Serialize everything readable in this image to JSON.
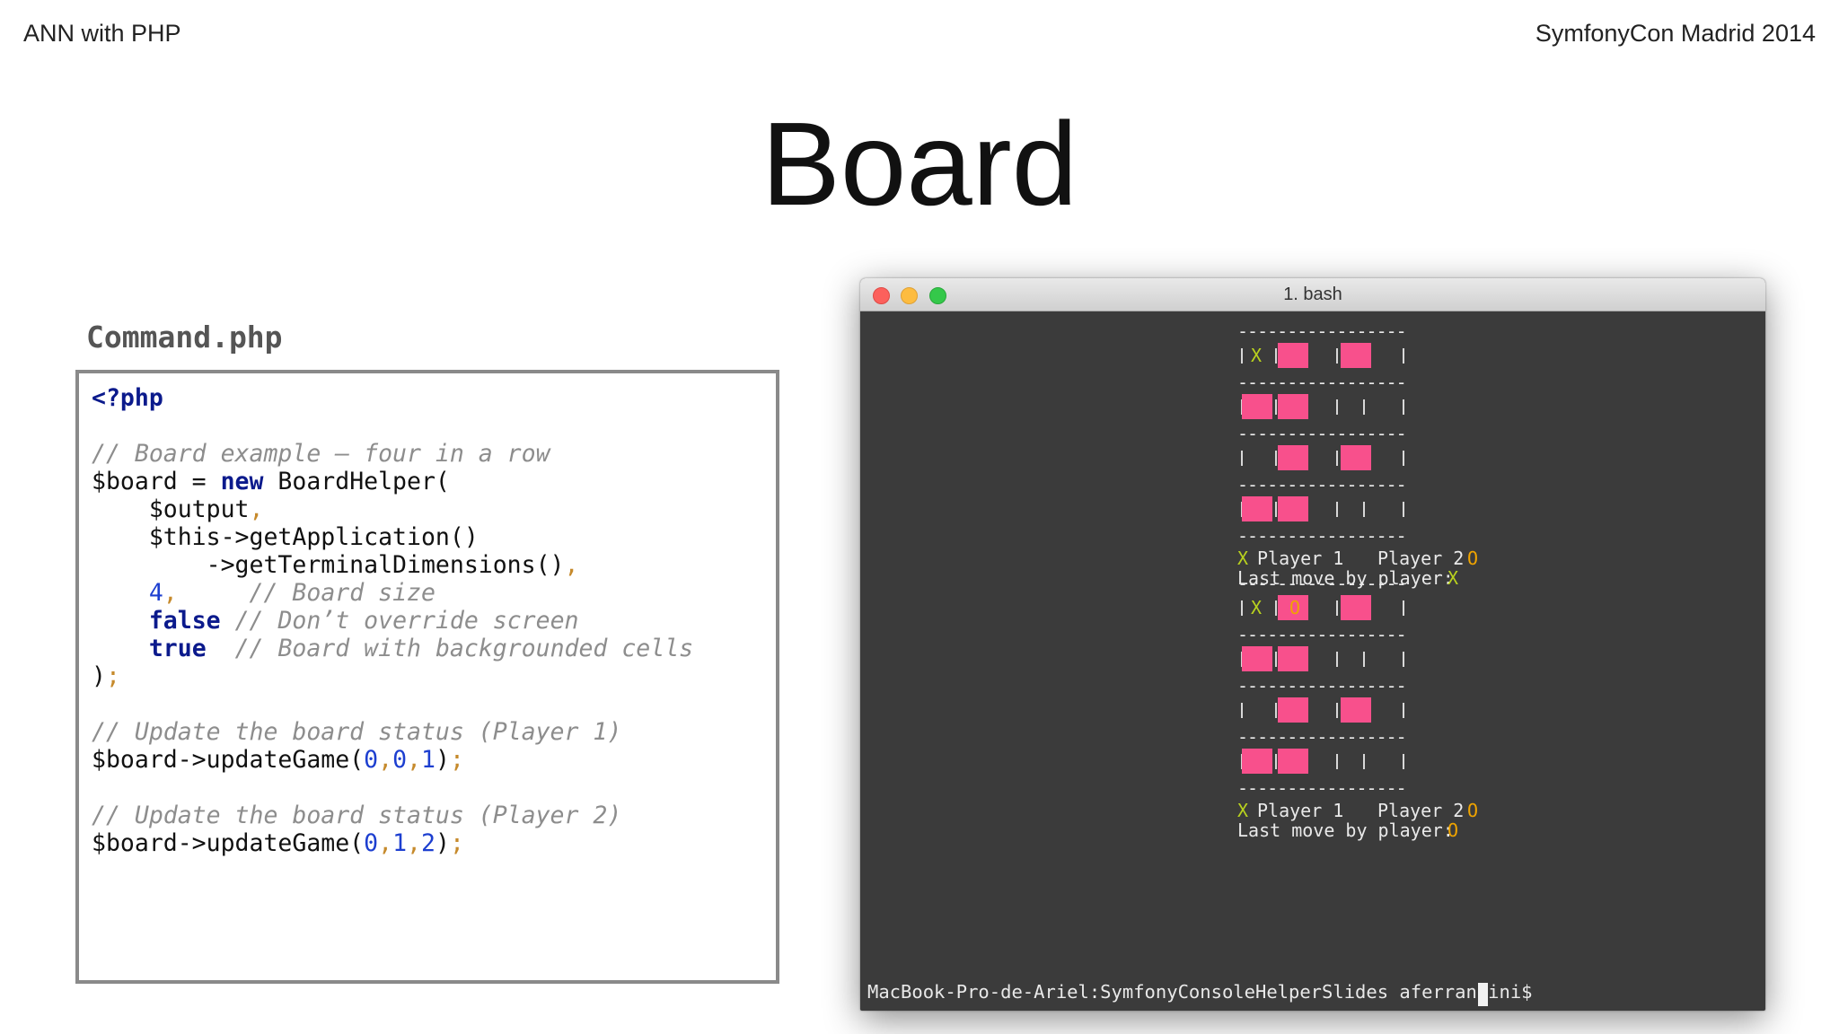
{
  "slide": {
    "top_left": "ANN with PHP",
    "top_right": "SymfonyCon Madrid 2014",
    "title": "Board",
    "file_label": "Command.php"
  },
  "code": {
    "lines": [
      [
        {
          "t": "<?php",
          "c": "kw"
        }
      ],
      [],
      [
        {
          "t": "// Board example – four in a row",
          "c": "cm"
        }
      ],
      [
        {
          "t": "$board = "
        },
        {
          "t": "new",
          "c": "kw"
        },
        {
          "t": " BoardHelper("
        }
      ],
      [
        {
          "t": "    $output"
        },
        {
          "t": ",",
          "c": "pu"
        }
      ],
      [
        {
          "t": "    $this->getApplication()"
        }
      ],
      [
        {
          "t": "        ->getTerminalDimensions()"
        },
        {
          "t": ",",
          "c": "pu"
        }
      ],
      [
        {
          "t": "    "
        },
        {
          "t": "4",
          "c": "num"
        },
        {
          "t": ",",
          "c": "pu"
        },
        {
          "t": "     "
        },
        {
          "t": "// Board size",
          "c": "cm"
        }
      ],
      [
        {
          "t": "    "
        },
        {
          "t": "false",
          "c": "kw"
        },
        {
          "t": " "
        },
        {
          "t": "// Don’t override screen",
          "c": "cm"
        }
      ],
      [
        {
          "t": "    "
        },
        {
          "t": "true",
          "c": "kw"
        },
        {
          "t": "  "
        },
        {
          "t": "// Board with backgrounded cells",
          "c": "cm"
        }
      ],
      [
        {
          "t": ")"
        },
        {
          "t": ";",
          "c": "pu"
        }
      ],
      [],
      [
        {
          "t": "// Update the board status (Player 1)",
          "c": "cm"
        }
      ],
      [
        {
          "t": "$board->updateGame("
        },
        {
          "t": "0",
          "c": "num"
        },
        {
          "t": ",",
          "c": "pu"
        },
        {
          "t": "0",
          "c": "num"
        },
        {
          "t": ",",
          "c": "pu"
        },
        {
          "t": "1",
          "c": "num"
        },
        {
          "t": ")"
        },
        {
          "t": ";",
          "c": "pu"
        }
      ],
      [],
      [
        {
          "t": "// Update the board status (Player 2)",
          "c": "cm"
        }
      ],
      [
        {
          "t": "$board->updateGame("
        },
        {
          "t": "0",
          "c": "num"
        },
        {
          "t": ",",
          "c": "pu"
        },
        {
          "t": "1",
          "c": "num"
        },
        {
          "t": ",",
          "c": "pu"
        },
        {
          "t": "2",
          "c": "num"
        },
        {
          "t": ")"
        },
        {
          "t": ";",
          "c": "pu"
        }
      ]
    ]
  },
  "terminal": {
    "title": "1. bash",
    "dash_line": "-----------------",
    "player1_label": "Player 1",
    "player2_label": "Player 2",
    "x_mark": "X",
    "o_mark": "O",
    "last_move_label": "Last move by player:",
    "boards": [
      {
        "cells": [
          [
            "X",
            "#",
            "#"
          ],
          [
            "#",
            "#",
            ""
          ],
          [
            "",
            "#",
            "#"
          ],
          [
            "#",
            "#",
            ""
          ]
        ],
        "last_move": "X"
      },
      {
        "cells": [
          [
            "X",
            "O",
            "#"
          ],
          [
            "#",
            "#",
            ""
          ],
          [
            "",
            "#",
            "#"
          ],
          [
            "#",
            "#",
            ""
          ]
        ],
        "last_move": "O"
      }
    ],
    "prompt": "MacBook-Pro-de-Ariel:SymfonyConsoleHelperSlides aferrandini$"
  },
  "colors": {
    "terminal_bg": "#3b3b3b",
    "cell_fill": "#f8508c",
    "x_color": "#b9d21e",
    "o_color": "#f0a400",
    "keyword": "#0b1a8c",
    "comment": "#8d8d8d"
  }
}
